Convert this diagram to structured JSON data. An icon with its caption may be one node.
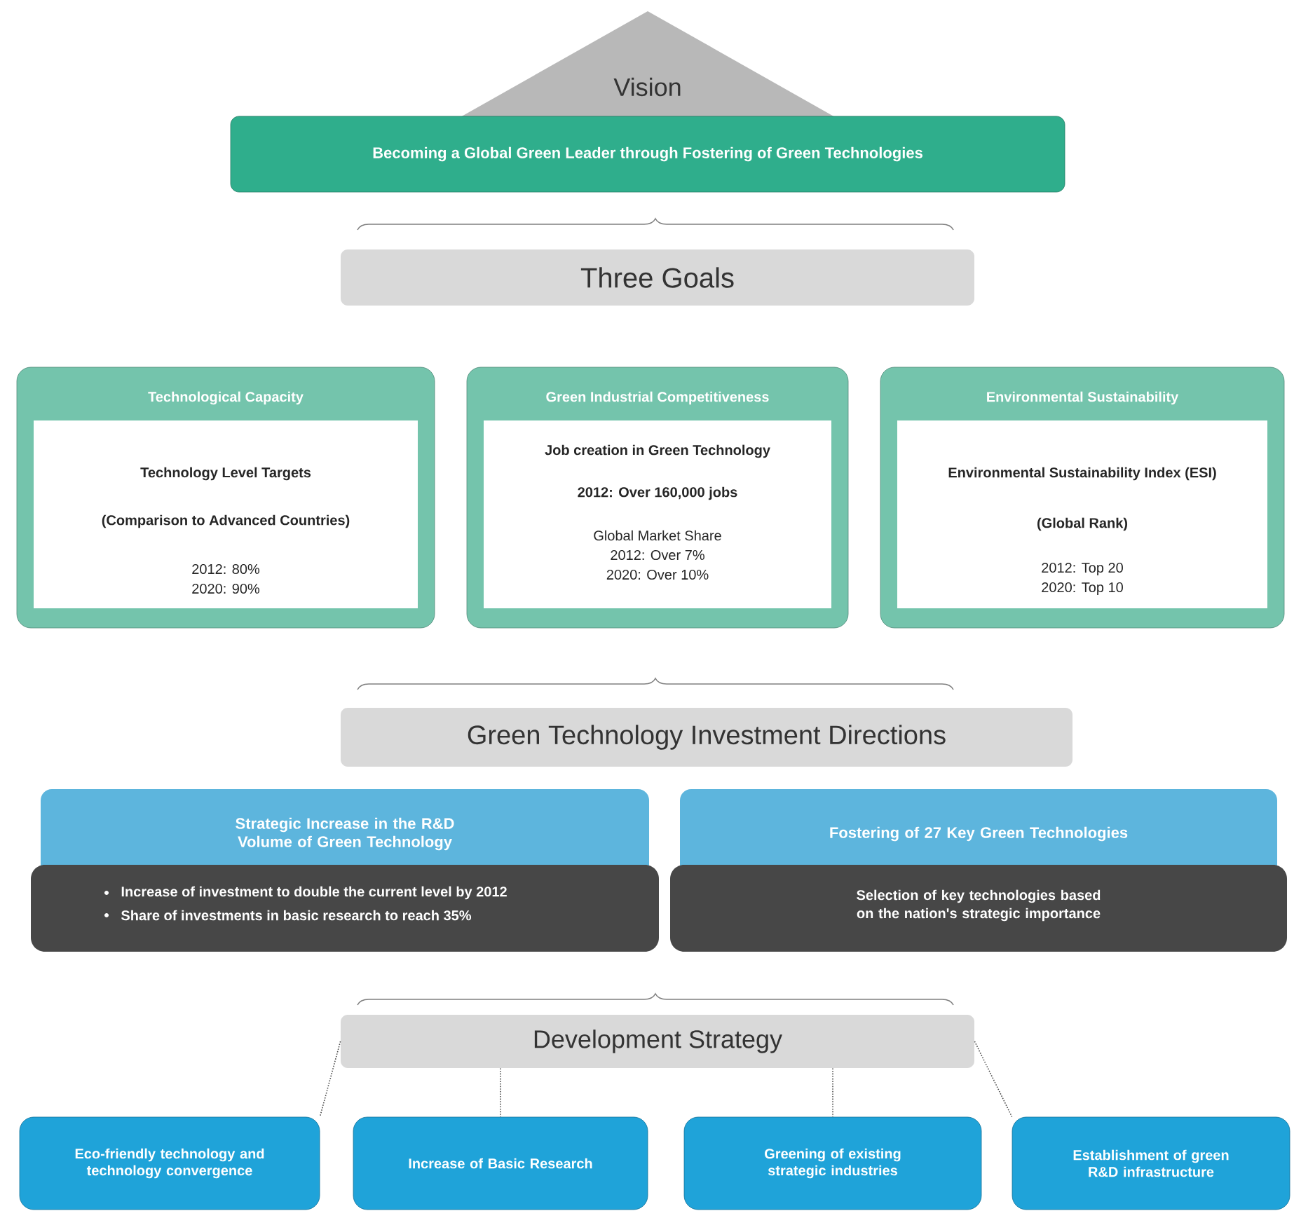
{
  "diagram": {
    "nodes": [
      {
        "text": [
          "Vision"
        ]
      },
      {
        "text": [
          "Becoming a Global Green Leader through Fostering of Green Technologies"
        ]
      },
      {
        "text": [
          "Three Goals"
        ]
      },
      {
        "text": [
          "Technological Capacity",
          "Technology Level Targets",
          "(Comparison to Advanced Countries)",
          "2012: 80%",
          "2020: 90%"
        ]
      },
      {
        "text": [
          "Green Industrial Competitiveness",
          "Job creation in Green Technology",
          "2012: Over 160,000 jobs",
          "Global Market Share",
          "2012: Over 7%",
          "2020: Over 10%"
        ]
      },
      {
        "text": [
          "Environmental Sustainability",
          "Environmental Sustainability Index (ESI)",
          "(Global Rank)",
          "2012: Top 20",
          "2020: Top 10"
        ]
      },
      {
        "text": [
          "Green Technology Investment Directions"
        ]
      },
      {
        "text": [
          "Strategic Increase in the R&D Volume of Green Technology",
          "Increase of investment to double the current level by 2012",
          "Share of investments in basic research to reach 35%"
        ]
      },
      {
        "text": [
          "Fostering of 27 Key Green Technologies",
          "Selection of key technologies based on the nation's strategic importance"
        ]
      },
      {
        "text": [
          "Development Strategy"
        ]
      },
      {
        "text": [
          "Eco-friendly technology and technology convergence"
        ]
      },
      {
        "text": [
          "Increase of Basic Research"
        ]
      },
      {
        "text": [
          "Greening of existing strategic industries"
        ]
      },
      {
        "text": [
          "Establishment of green R&D infrastructure"
        ]
      }
    ],
    "edges": [
      {
        "from": 9,
        "to": 10,
        "arrow": "none",
        "style": "dashed"
      },
      {
        "from": 9,
        "to": 11,
        "arrow": "none",
        "style": "dashed"
      },
      {
        "from": 9,
        "to": 12,
        "arrow": "none",
        "style": "dashed"
      },
      {
        "from": 9,
        "to": 13,
        "arrow": "none",
        "style": "dashed"
      }
    ]
  }
}
